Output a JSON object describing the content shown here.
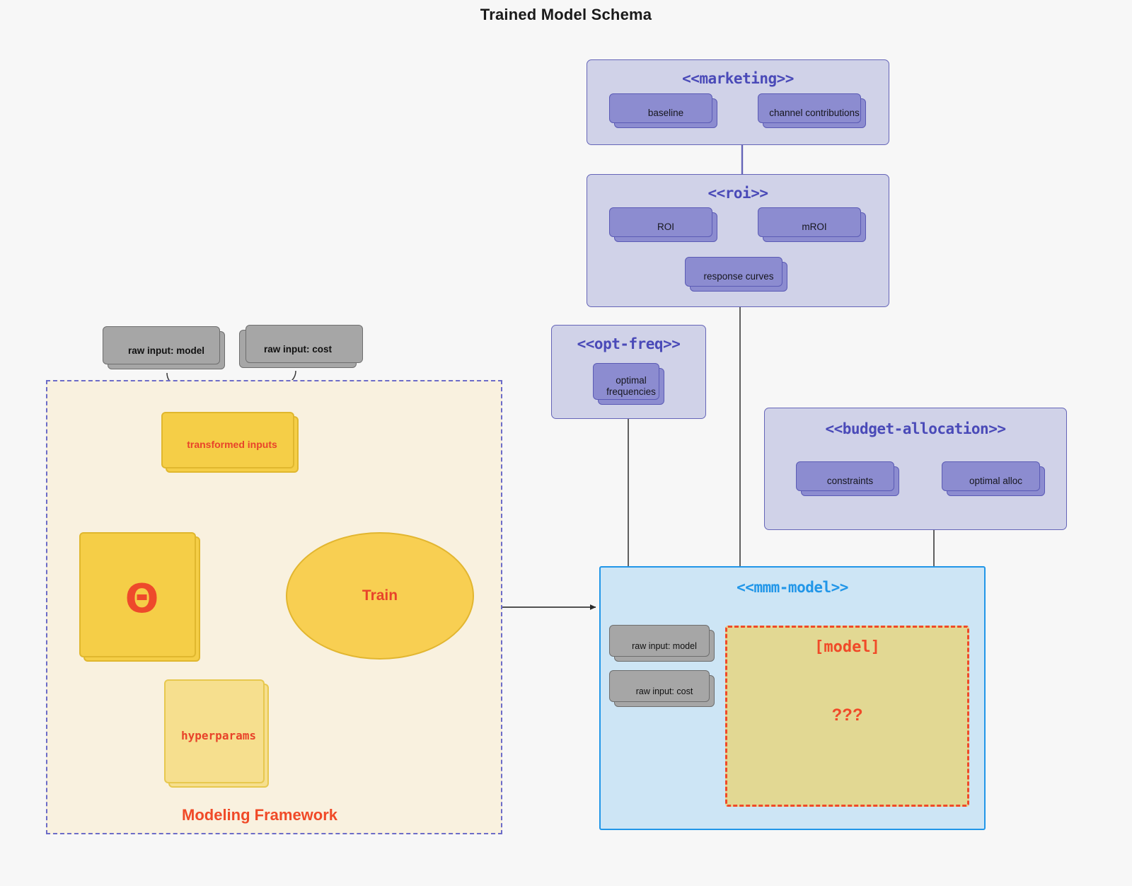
{
  "title": "Trained Model Schema",
  "colors": {
    "background": "#F7F7F7",
    "cluster_fill": "#D0D2E8",
    "cluster_border": "#6565B8",
    "cluster_title": "#4A4AB8",
    "package_card_fill": "#8C8CD0",
    "package_card_border": "#5B5BB5",
    "grey_card_fill": "#A6A6A6",
    "grey_card_border": "#6E6E6E",
    "yellow_card_fill": "#F5CE47",
    "yellow_card_pale_fill": "#F6DF8E",
    "yellow_card_border": "#E0B72E",
    "accent_red": "#F04A28",
    "mmm_fill": "#CDE5F5",
    "mmm_border": "#2196E8",
    "model_box_fill": "#E2D893",
    "model_box_border": "#F04A28",
    "framework_fill": "#F9F1DF",
    "framework_border": "#6C6CC8",
    "connector": "#3A3A3A"
  },
  "clusters": {
    "marketing": {
      "title": "<<marketing>>",
      "cards": [
        {
          "label": "baseline"
        },
        {
          "label": "channel contributions"
        }
      ]
    },
    "roi": {
      "title": "<<roi>>",
      "cards": [
        {
          "label": "ROI"
        },
        {
          "label": "mROI"
        },
        {
          "label": "response curves"
        }
      ]
    },
    "opt_freq": {
      "title": "<<opt-freq>>",
      "cards": [
        {
          "label": "optimal\nfrequencies",
          "line1": "optimal",
          "line2": "frequencies"
        }
      ]
    },
    "budget_allocation": {
      "title": "<<budget-allocation>>",
      "cards": [
        {
          "label": "constraints"
        },
        {
          "label": "optimal alloc"
        }
      ]
    },
    "mmm_model": {
      "title": "<<mmm-model>>",
      "cards": [
        {
          "label": "raw input: model"
        },
        {
          "label": "raw input: cost"
        }
      ],
      "model_box": {
        "label": "[model]",
        "question": "???"
      }
    }
  },
  "framework": {
    "label": "Modeling Framework",
    "inputs": [
      {
        "label": "raw input: model"
      },
      {
        "label": "raw input: cost"
      }
    ],
    "transformed": {
      "label": "transformed inputs"
    },
    "theta": {
      "glyph": "Θ"
    },
    "hyperparams": {
      "label": "hyperparams"
    },
    "train": {
      "label": "Train"
    }
  }
}
